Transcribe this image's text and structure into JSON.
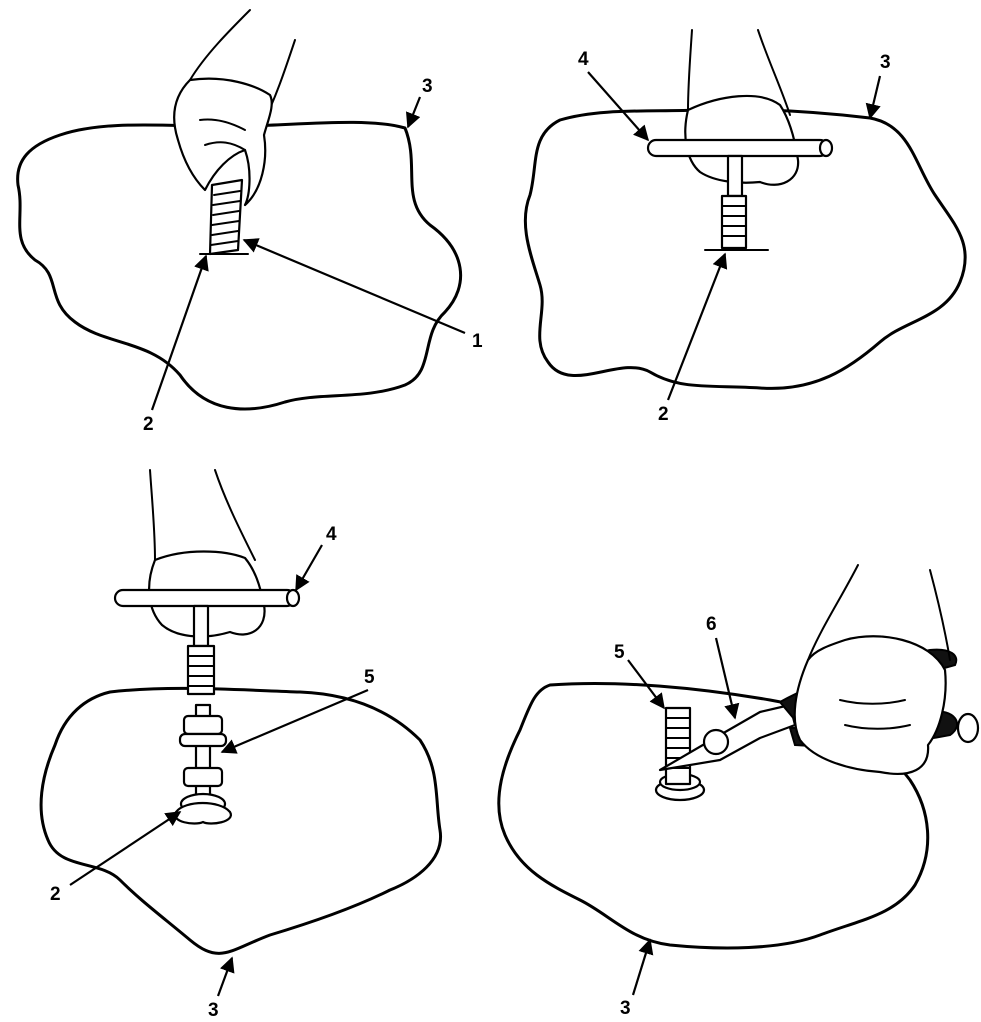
{
  "panels": [
    {
      "name": "panel-1",
      "callouts": [
        {
          "id": "c1",
          "text": "3"
        },
        {
          "id": "c2",
          "text": "1"
        },
        {
          "id": "c3",
          "text": "2"
        }
      ]
    },
    {
      "name": "panel-2",
      "callouts": [
        {
          "id": "c1",
          "text": "4"
        },
        {
          "id": "c2",
          "text": "3"
        },
        {
          "id": "c3",
          "text": "2"
        }
      ]
    },
    {
      "name": "panel-3",
      "callouts": [
        {
          "id": "c1",
          "text": "4"
        },
        {
          "id": "c2",
          "text": "5"
        },
        {
          "id": "c3",
          "text": "2"
        },
        {
          "id": "c4",
          "text": "3"
        }
      ]
    },
    {
      "name": "panel-4",
      "callouts": [
        {
          "id": "c1",
          "text": "5"
        },
        {
          "id": "c2",
          "text": "6"
        },
        {
          "id": "c3",
          "text": "3"
        }
      ]
    }
  ]
}
